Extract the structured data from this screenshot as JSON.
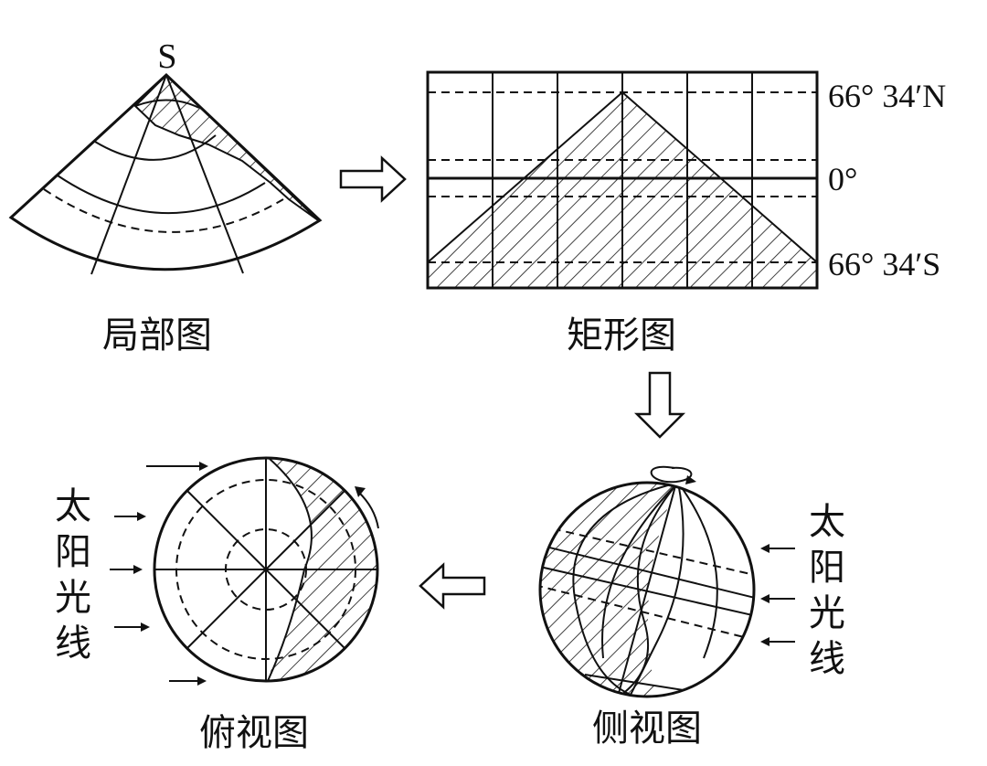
{
  "panels": {
    "partial": {
      "title": "局部图",
      "pole_label": "S"
    },
    "rect": {
      "title": "矩形图",
      "lat_north": "66° 34′N",
      "lat_equator": "0°",
      "lat_south": "66° 34′S"
    },
    "side": {
      "title": "侧视图",
      "sun_label": [
        "太",
        "阳",
        "光",
        "线"
      ]
    },
    "top": {
      "title": "俯视图",
      "sun_label": [
        "太",
        "阳",
        "光",
        "线"
      ]
    }
  }
}
